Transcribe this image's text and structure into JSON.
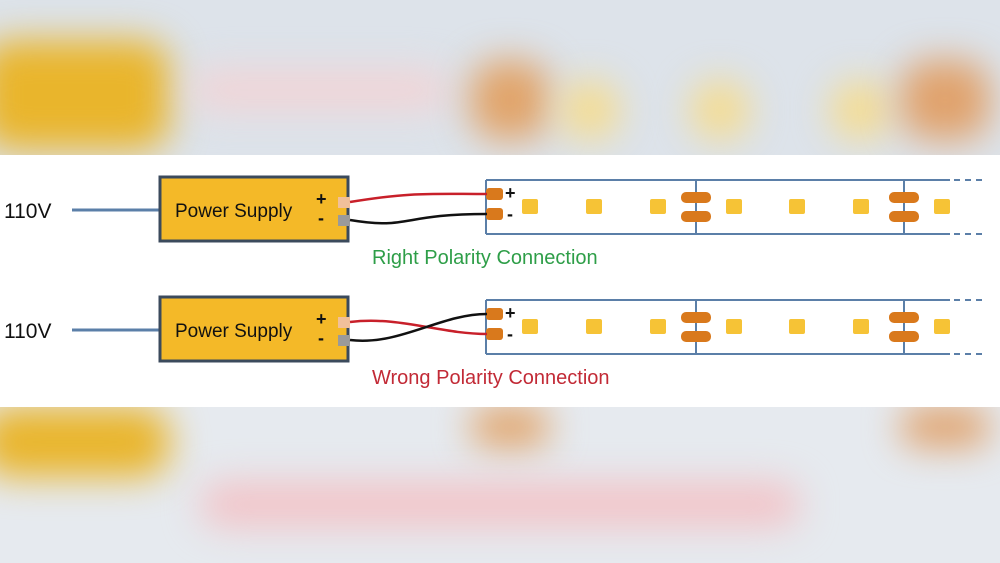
{
  "colors": {
    "supply_fill": "#f4b928",
    "supply_border": "#3b4a5c",
    "strip_line": "#5b7fa8",
    "led": "#f6c336",
    "copper_pad": "#d9791c",
    "wire_positive": "#c8202a",
    "wire_negative": "#111111",
    "caption_right": "#2e9e48",
    "caption_wrong": "#c22a36"
  },
  "rows": [
    {
      "voltage": "110V",
      "supply_label": "Power Supply",
      "plus": "+",
      "minus": "-",
      "strip_plus": "+",
      "strip_minus": "-",
      "caption": "Right Polarity Connection"
    },
    {
      "voltage": "110V",
      "supply_label": "Power Supply",
      "plus": "+",
      "minus": "-",
      "strip_plus": "+",
      "strip_minus": "-",
      "caption": "Wrong Polarity Connection"
    }
  ]
}
